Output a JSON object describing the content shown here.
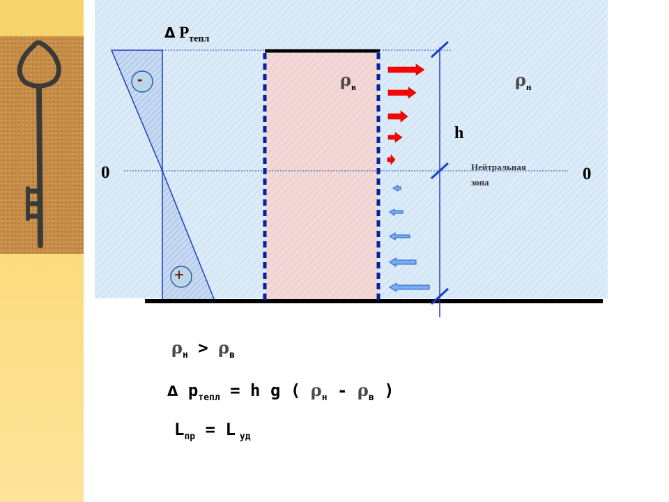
{
  "diagram": {
    "delta_p_title": {
      "symbol": "Δ",
      "main": "P",
      "sub": "тепл"
    },
    "rho_inner": {
      "symbol": "ρ",
      "sub": "в"
    },
    "rho_outer": {
      "symbol": "ρ",
      "sub": "н"
    },
    "height_label": "h",
    "neutral_zone_line1": "Нейтральная",
    "neutral_zone_line2": "зона",
    "zero_left": "0",
    "zero_right": "0",
    "minus_sign": "-",
    "plus_sign": "+",
    "colors": {
      "background": "#dcebf8",
      "triangle": "#c8d9f2",
      "inner_room": "#f2d8d6",
      "outflow_arrow": "#ff0000",
      "inflow_arrow": "#7aaef0",
      "dashed_wall": "#0a1fa0",
      "line": "#1a3fbf"
    }
  },
  "formulas": {
    "line1": {
      "rho1": "ρ",
      "sub1": "н",
      "op": " > ",
      "rho2": "ρ",
      "sub2": "в"
    },
    "line2": {
      "delta": "Δ",
      "p": " p",
      "p_sub": "тепл",
      "eq": " = h g ( ",
      "rho1": "ρ",
      "sub1": "н",
      "minus": " - ",
      "rho2": "ρ",
      "sub2": "в",
      "close": " )"
    },
    "line3": {
      "L1": "L",
      "sub1": "пр",
      "eq": " = ",
      "L2": "L",
      "sub2": "уд"
    }
  }
}
